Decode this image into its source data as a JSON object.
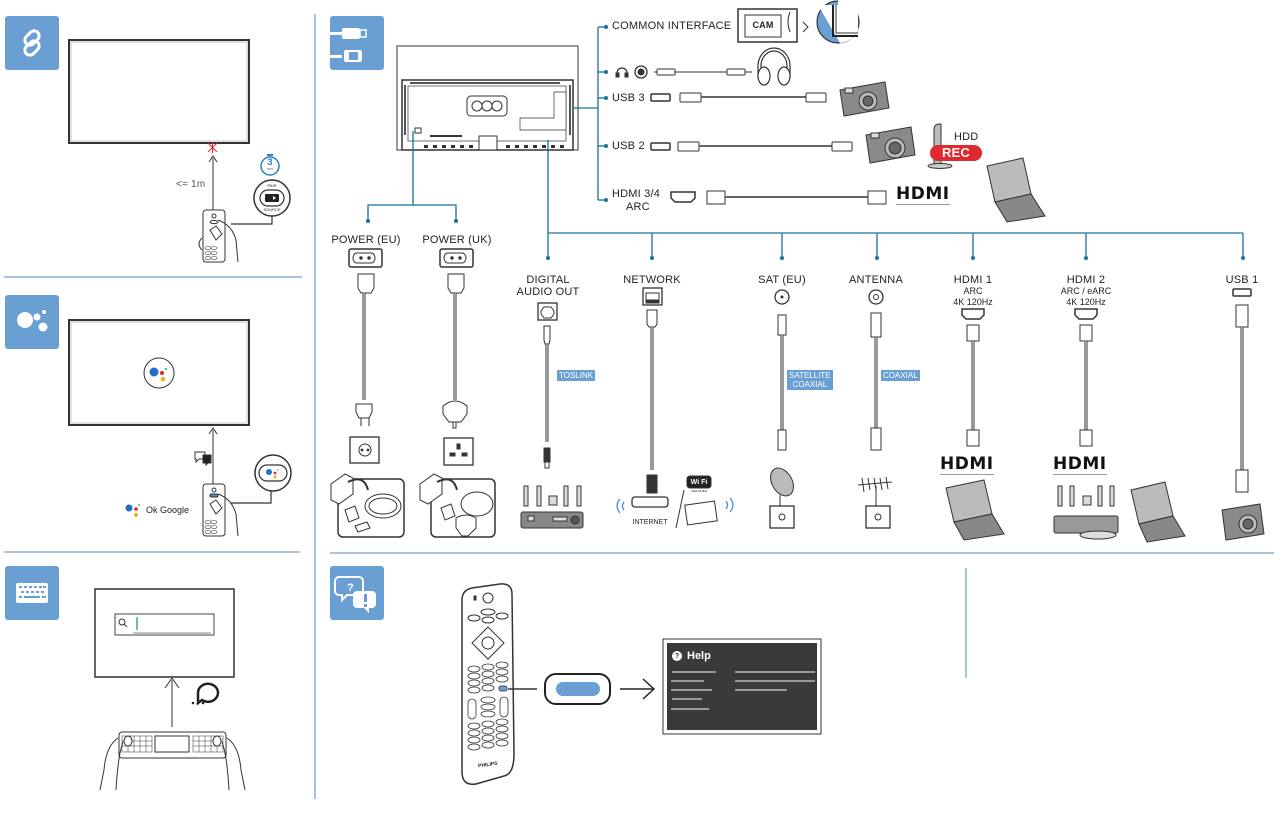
{
  "sections": {
    "pairing": {
      "icon": "link-icon",
      "distance_label": "<= 1m",
      "timer_value": "3",
      "timer_unit": "sec",
      "button_top_label": "PAIR",
      "button_bottom_label": "SOURCE"
    },
    "voice": {
      "icon": "google-assistant-icon",
      "voice_phrase": "Ok Google"
    },
    "keyboard": {
      "icon": "keyboard-icon"
    },
    "connections": {
      "icon": "cables-icon",
      "side_ports": [
        {
          "label": "COMMON INTERFACE",
          "device": "CAM"
        },
        {
          "label": "",
          "device": "headphones",
          "icon": "headphone-icon"
        },
        {
          "label": "USB 3",
          "device": "camera"
        },
        {
          "label": "USB 2",
          "device": "camera-hdd",
          "extra_label": "HDD",
          "badge": "REC"
        },
        {
          "label": "HDMI 3/4",
          "sublabel": "ARC",
          "device": "laptop",
          "logo": "HDMI"
        }
      ],
      "power_ports": [
        {
          "label": "POWER (EU)"
        },
        {
          "label": "POWER (UK)"
        }
      ],
      "bottom_ports": [
        {
          "label": "DIGITAL",
          "label2": "AUDIO OUT",
          "cable_tag": "TOSLINK",
          "device": "home-theater"
        },
        {
          "label": "NETWORK",
          "device": "router",
          "device_label": "INTERNET",
          "wifi_logo_top": "Wi Fi",
          "wifi_logo_bottom": "CERTIFIED"
        },
        {
          "label": "SAT (EU)",
          "cable_tag": "SATELLITE",
          "cable_tag2": "COAXIAL",
          "device": "satellite-dish"
        },
        {
          "label": "ANTENNA",
          "cable_tag": "COAXIAL",
          "device": "antenna"
        },
        {
          "label": "HDMI 1",
          "sub1": "ARC",
          "sub2": "4K 120Hz",
          "logo": "HDMI",
          "device": "laptop"
        },
        {
          "label": "HDMI 2",
          "sub1": "ARC / eARC",
          "sub2": "4K 120Hz",
          "logo": "HDMI",
          "device": "home-theater-laptop"
        },
        {
          "label": "USB 1",
          "device": "camera"
        }
      ]
    },
    "help": {
      "icon": "help-chat-icon",
      "remote_brand": "PHILIPS",
      "screen_title": "Help",
      "screen_icon": "?"
    }
  },
  "colors": {
    "accent": "#6a9fd4",
    "line": "#1a6fa0",
    "divider": "#a9c3df",
    "rec_badge": "#e0282e",
    "help_screen_bg": "#3a3a3a"
  }
}
